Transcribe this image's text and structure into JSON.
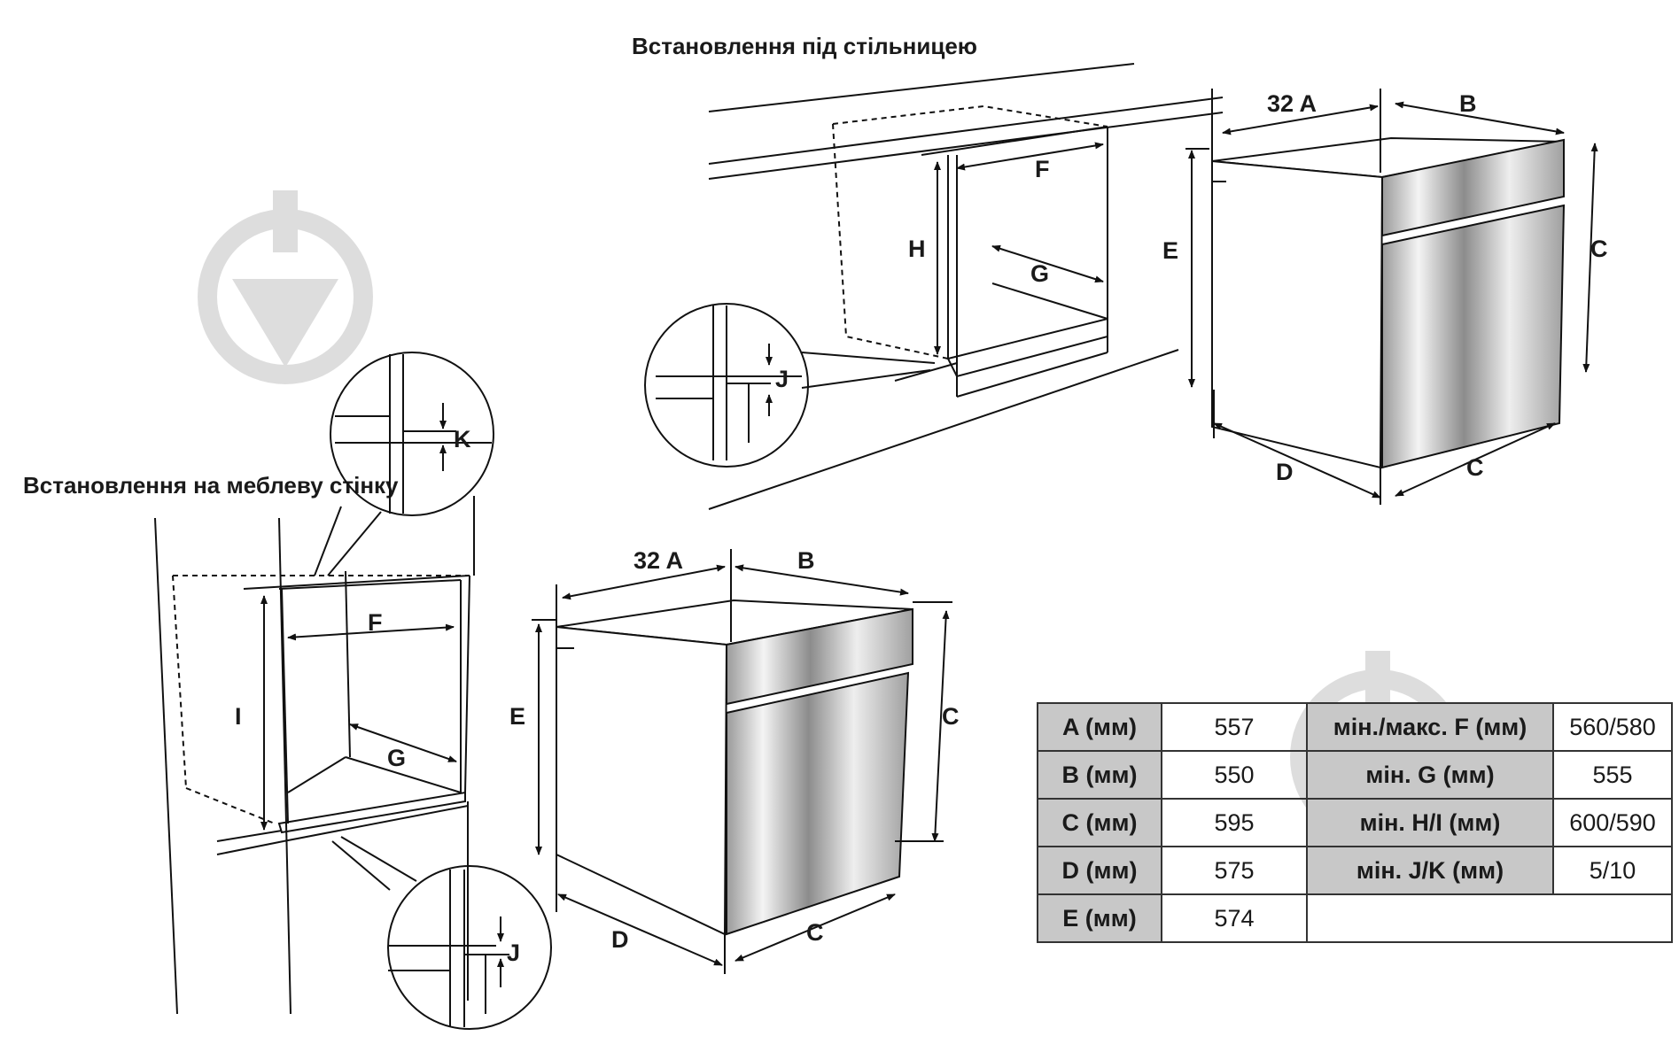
{
  "titles": {
    "under_counter": "Встановлення під стільницею",
    "furniture_wall": "Встановлення на меблеву стінку"
  },
  "labels": {
    "A": "32 A",
    "B": "B",
    "C": "C",
    "D": "D",
    "E": "E",
    "F": "F",
    "G": "G",
    "H": "H",
    "I": "I",
    "J": "J",
    "K": "K"
  },
  "table": {
    "rows": [
      {
        "label": "A (мм)",
        "value": "557",
        "label2": "мін./макс. F (мм)",
        "value2": "560/580"
      },
      {
        "label": "B (мм)",
        "value": "550",
        "label2": "мін. G (мм)",
        "value2": "555"
      },
      {
        "label": "C (мм)",
        "value": "595",
        "label2": "мін. H/I (мм)",
        "value2": "600/590"
      },
      {
        "label": "D (мм)",
        "value": "575",
        "label2": "мін. J/K (мм)",
        "value2": "5/10"
      },
      {
        "label": "E (мм)",
        "value": "574",
        "label2": "",
        "value2": ""
      }
    ]
  },
  "icons": [
    "watermark-logo-icon",
    "watermark-logo-icon"
  ]
}
